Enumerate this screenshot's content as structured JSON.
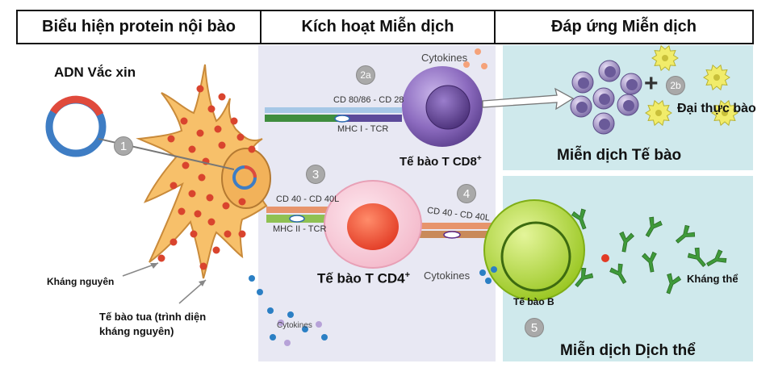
{
  "headers": {
    "col1": "Biểu hiện protein nội bào",
    "col2": "Kích hoạt Miễn dịch",
    "col3": "Đáp ứng Miễn dịch"
  },
  "labels": {
    "dna_vaccine": "ADN Vắc xin",
    "antigen": "Kháng nguyên",
    "dendritic_line1": "Tế bào tua (trình diện",
    "dendritic_line2": "kháng nguyên)",
    "cytokines_top": "Cytokines",
    "cytokines_middle": "Cytokines",
    "cytokines_bottom": "Cytokines",
    "cd80_cd28": "CD 80/86 - CD 28",
    "mhc1_tcr": "MHC I - TCR",
    "cd40_cd40l_a": "CD 40 - CD 40L",
    "mhc2_tcr": "MHC II - TCR",
    "cd40_cd40l_b": "CD 40 - CD 40L",
    "cd8_cell": "Tế bào T CD8",
    "cd8_sup": "+",
    "cd4_cell": "Tế bào T CD4",
    "cd4_sup": "+",
    "macrophage": "Đại thực bào",
    "cellular_immunity": "Miễn dịch Tế bào",
    "b_cell": "Tế bào B",
    "antibody": "Kháng thể",
    "humoral_immunity": "Miễn dịch Dịch thể",
    "plus": "+"
  },
  "steps": [
    "1",
    "2a",
    "2b",
    "3",
    "4",
    "5"
  ],
  "colors": {
    "dendritic_cell": "#f7c06a",
    "dendritic_outline": "#c98a3a",
    "dots": "#d9442e",
    "panel_mid": "#e8e8f3",
    "panel_right": "#cfe9ec",
    "cd8_cell": "#8c6bbf",
    "cd4_cell": "#f8c9d6",
    "cd4_nucleus": "#f0553c",
    "b_cell": "#b6dc3c",
    "antibody": "#3f9a3a",
    "macrophage": "#f1ec6a",
    "step_circle": "#a9a9a9",
    "plasmid_red": "#e04a3c",
    "plasmid_blue": "#3e7dc4"
  }
}
